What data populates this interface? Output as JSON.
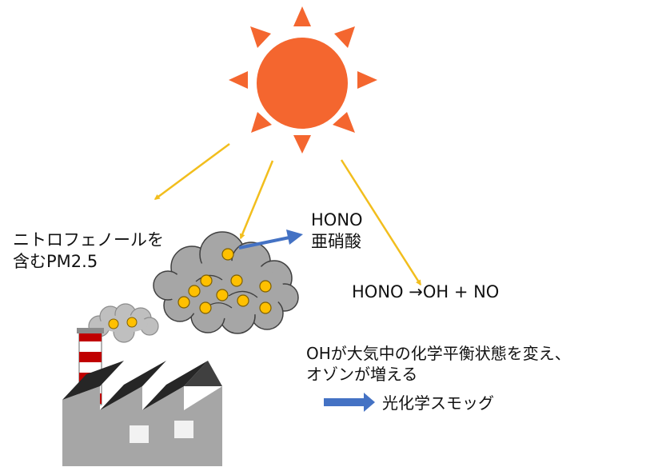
{
  "labels": {
    "nitrophenol_line1": "ニトロフェノールを",
    "nitrophenol_line2": "含むPM2.5",
    "hono": "HONO",
    "nitrous_acid": "亜硝酸",
    "reaction": "HONO →OH + NO",
    "oh_line1": "OHが大気中の化学平衡状態を変え、",
    "oh_line2": "オゾンが増える",
    "smog": "光化学スモッグ"
  },
  "colors": {
    "sun": "#F4662F",
    "ray": "#F2BE1D",
    "blue_arrow": "#4472C4",
    "cloud": "#A6A6A6",
    "particle": "#FFC000",
    "building_front": "#A6A6A6",
    "roof": "#262626",
    "chimney_red": "#C00000"
  }
}
